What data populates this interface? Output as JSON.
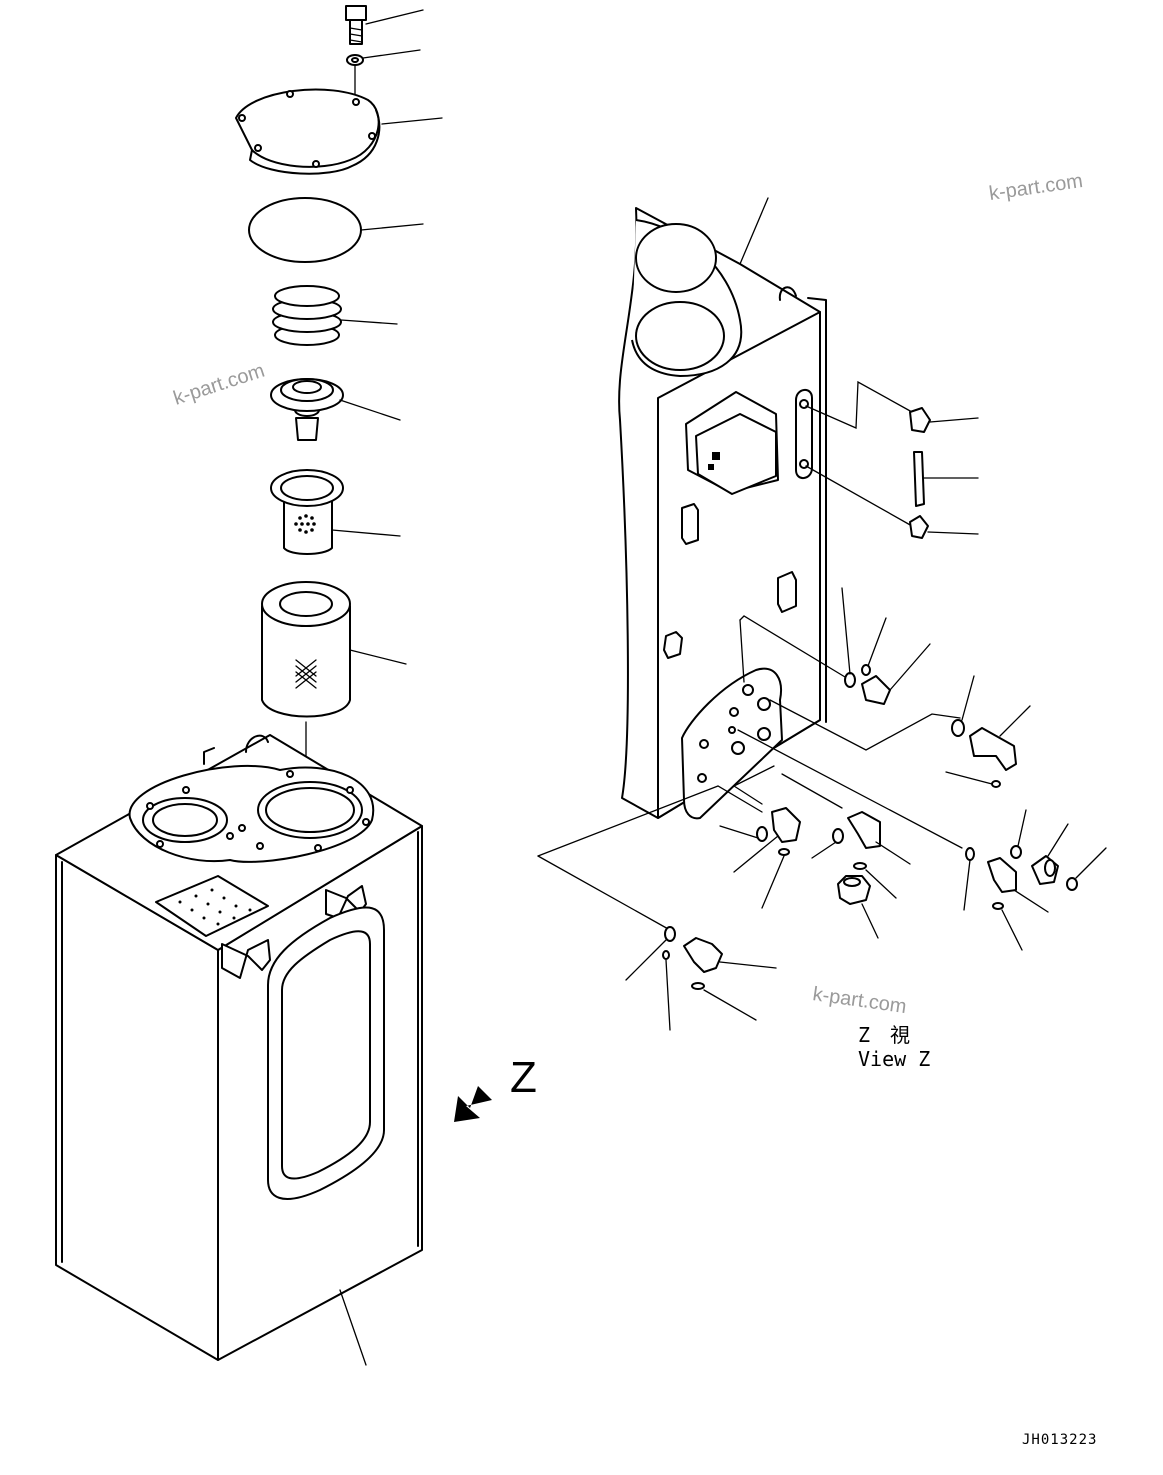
{
  "drawing": {
    "view_label_jp": "Z　視",
    "view_label_en": "View Z",
    "direction_letter": "Z",
    "drawing_code": "JH013223",
    "watermark": "k-part.com"
  },
  "icons": {
    "view_arrow": "arrow-down-left-icon"
  }
}
